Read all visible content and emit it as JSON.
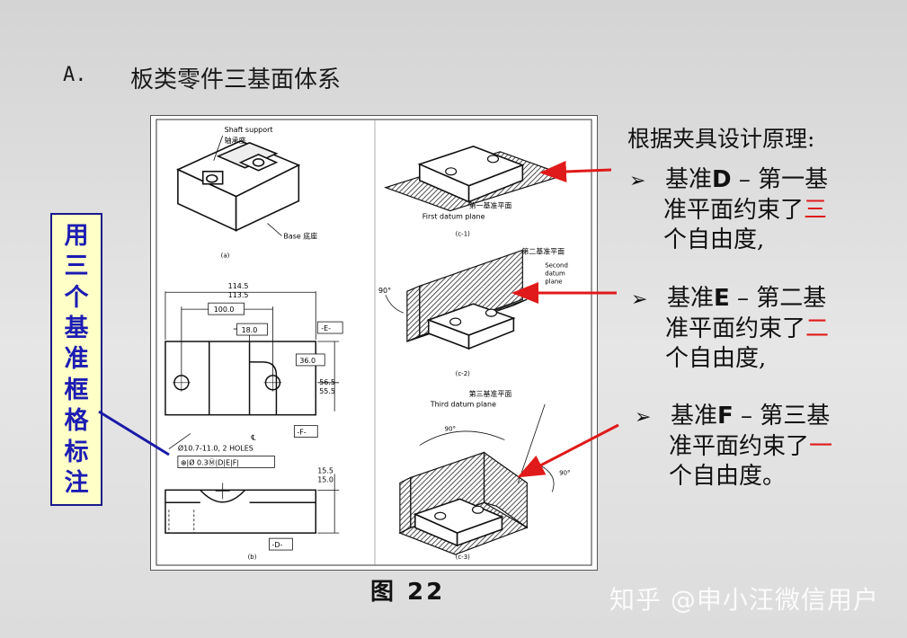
{
  "slide": {
    "section_number": "A.",
    "section_title": "板类零件三基面体系",
    "figure_caption": "图 22",
    "side_label": [
      "用",
      "三",
      "个",
      "基",
      "准",
      "框",
      "格",
      "标",
      "注"
    ],
    "principle_heading": "根据夹具设计原理:",
    "items": [
      {
        "bullet": "➢",
        "pre": "基准",
        "label": "D",
        "mid": " – 第一基",
        "line2": "准平面约束了",
        "count": "三",
        "line3": "个自由度,"
      },
      {
        "bullet": "➢",
        "pre": "基准",
        "label": "E",
        "mid": " – 第二基",
        "line2": "准平面约束了",
        "count": "二",
        "line3": "个自由度,"
      },
      {
        "bullet": "➢",
        "pre": "基准",
        "label": "F",
        "mid": " – 第三基",
        "line2": "准平面约束了",
        "count": "一",
        "line3": "个自由度。"
      }
    ],
    "watermark": "知乎 @申小汪微信用户"
  },
  "drawing": {
    "shaft_support": "Shaft support",
    "shaft_support_cn": "轴承座",
    "base": "Base 底座",
    "label_a": "(a)",
    "label_b": "(b)",
    "label_c1": "(c-1)",
    "label_c2": "(c-2)",
    "label_c3": "(c-3)",
    "first_plane_cn": "第一基准平面",
    "first_plane": "First datum plane",
    "second_plane_cn": "第二基准平面",
    "second_plane_1": "Second",
    "second_plane_2": "datum",
    "second_plane_3": "plane",
    "third_plane_cn": "第三基准平面",
    "third_plane": "Third datum plane",
    "angle_90": "90°",
    "dim_114_5": "114.5",
    "dim_113_5": "113.5",
    "dim_100": "100.0",
    "dim_18": "18.0",
    "dim_36": "36.0",
    "dim_56_5": "56.5",
    "dim_55_5": "55.5",
    "dim_15_5": "15.5",
    "dim_15_0": "15.0",
    "datum_e": "-E-",
    "datum_f": "-F-",
    "datum_d": "-D-",
    "hole_note": "Ø10.7-11.0, 2 HOLES",
    "fcf": "⊕|Ø 0.3Ⓜ|D|E|F|",
    "cl": "℄"
  }
}
